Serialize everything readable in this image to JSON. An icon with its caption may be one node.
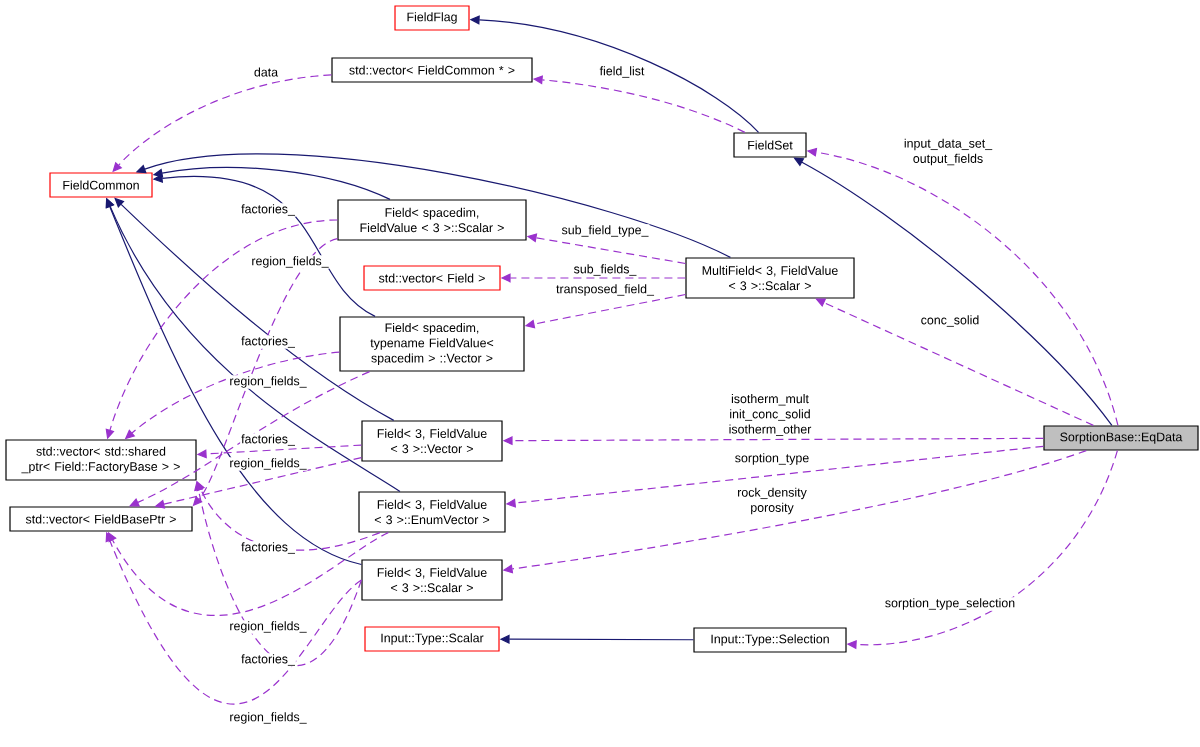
{
  "diagram": {
    "nodes": [
      {
        "text": [
          "FieldFlag"
        ]
      },
      {
        "text": [
          "std::vector< FieldCommon * >"
        ]
      },
      {
        "text": [
          "FieldSet"
        ]
      },
      {
        "text": [
          "FieldCommon"
        ]
      },
      {
        "text": [
          "Field< spacedim, FieldValue < 3 >::Scalar >"
        ]
      },
      {
        "text": [
          "std::vector< Field >"
        ]
      },
      {
        "text": [
          "MultiField< 3, FieldValue < 3 >::Scalar >"
        ]
      },
      {
        "text": [
          "Field< spacedim, typename FieldValue< spacedim > ::Vector >"
        ]
      },
      {
        "text": [
          "std::vector< std::shared _ptr< Field::FactoryBase > >"
        ]
      },
      {
        "text": [
          "Field< 3, FieldValue < 3 >::Vector >"
        ]
      },
      {
        "text": [
          "std::vector< FieldBasePtr >"
        ]
      },
      {
        "text": [
          "Field< 3, FieldValue < 3 >::EnumVector >"
        ]
      },
      {
        "text": [
          "SorptionBase::EqData"
        ]
      },
      {
        "text": [
          "Field< 3, FieldValue < 3 >::Scalar >"
        ]
      },
      {
        "text": [
          "Input::Type::Scalar"
        ]
      },
      {
        "text": [
          "Input::Type::Selection"
        ]
      }
    ],
    "edges": [
      {
        "from": 2,
        "to": 0,
        "arrow": "to",
        "color": "#191970"
      },
      {
        "from": 12,
        "to": 2,
        "arrow": "to",
        "color": "#191970"
      },
      {
        "from": 4,
        "to": 3,
        "arrow": "to",
        "color": "#191970"
      },
      {
        "from": 6,
        "to": 3,
        "arrow": "to",
        "color": "#191970"
      },
      {
        "from": 7,
        "to": 3,
        "arrow": "to",
        "color": "#191970"
      },
      {
        "from": 9,
        "to": 3,
        "arrow": "to",
        "color": "#191970"
      },
      {
        "from": 11,
        "to": 3,
        "arrow": "to",
        "color": "#191970"
      },
      {
        "from": 13,
        "to": 3,
        "arrow": "to",
        "color": "#191970"
      },
      {
        "from": 15,
        "to": 14,
        "arrow": "to",
        "color": "#191970"
      },
      {
        "from": 1,
        "to": 3,
        "arrow": "to",
        "style": "dashed",
        "label": "data"
      },
      {
        "from": 2,
        "to": 1,
        "arrow": "to",
        "style": "dashed",
        "label": "field_list"
      },
      {
        "from": 12,
        "to": 2,
        "arrow": "to",
        "style": "dashed",
        "label": "input_data_set_ output_fields"
      },
      {
        "from": 12,
        "to": 6,
        "arrow": "to",
        "style": "dashed",
        "label": "conc_solid"
      },
      {
        "from": 12,
        "to": 9,
        "arrow": "to",
        "style": "dashed",
        "label": "isotherm_mult init_conc_solid isotherm_other"
      },
      {
        "from": 12,
        "to": 11,
        "arrow": "to",
        "style": "dashed",
        "label": "sorption_type"
      },
      {
        "from": 12,
        "to": 13,
        "arrow": "to",
        "style": "dashed",
        "label": "rock_density porosity"
      },
      {
        "from": 12,
        "to": 15,
        "arrow": "to",
        "style": "dashed",
        "label": "sorption_type_selection"
      },
      {
        "from": 6,
        "to": 4,
        "arrow": "to",
        "style": "dashed",
        "label": "sub_field_type_"
      },
      {
        "from": 6,
        "to": 5,
        "arrow": "to",
        "style": "dashed",
        "label": "sub_fields_"
      },
      {
        "from": 6,
        "to": 7,
        "arrow": "to",
        "style": "dashed",
        "label": "transposed_field_"
      },
      {
        "from": 4,
        "to": 8,
        "arrow": "to",
        "style": "dashed",
        "label": "factories_"
      },
      {
        "from": 4,
        "to": 10,
        "arrow": "to",
        "style": "dashed",
        "label": "region_fields_"
      },
      {
        "from": 7,
        "to": 8,
        "arrow": "to",
        "style": "dashed",
        "label": "factories_"
      },
      {
        "from": 7,
        "to": 10,
        "arrow": "to",
        "style": "dashed",
        "label": "region_fields_"
      },
      {
        "from": 9,
        "to": 8,
        "arrow": "to",
        "style": "dashed",
        "label": "factories_"
      },
      {
        "from": 9,
        "to": 10,
        "arrow": "to",
        "style": "dashed",
        "label": "region_fields_"
      },
      {
        "from": 11,
        "to": 8,
        "arrow": "to",
        "style": "dashed",
        "label": "factories_"
      },
      {
        "from": 11,
        "to": 10,
        "arrow": "to",
        "style": "dashed",
        "label": "region_fields_"
      },
      {
        "from": 13,
        "to": 8,
        "arrow": "to",
        "style": "dashed",
        "label": "factories_"
      },
      {
        "from": 13,
        "to": 10,
        "arrow": "to",
        "style": "dashed",
        "label": "region_fields_"
      }
    ]
  }
}
